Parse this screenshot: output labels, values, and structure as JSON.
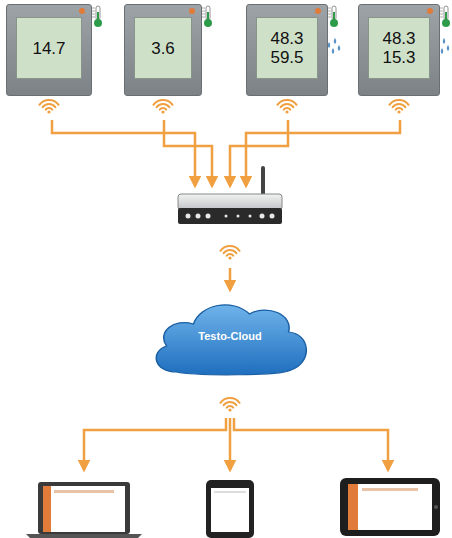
{
  "diagram": {
    "nodes": [
      {
        "text": [
          "14.7"
        ]
      },
      {
        "text": [
          "3.6"
        ]
      },
      {
        "text": [
          "48.3",
          "59.5"
        ]
      },
      {
        "text": [
          "48.3",
          "15.3"
        ]
      },
      {
        "text": [
          "Testo-Cloud"
        ]
      }
    ]
  }
}
